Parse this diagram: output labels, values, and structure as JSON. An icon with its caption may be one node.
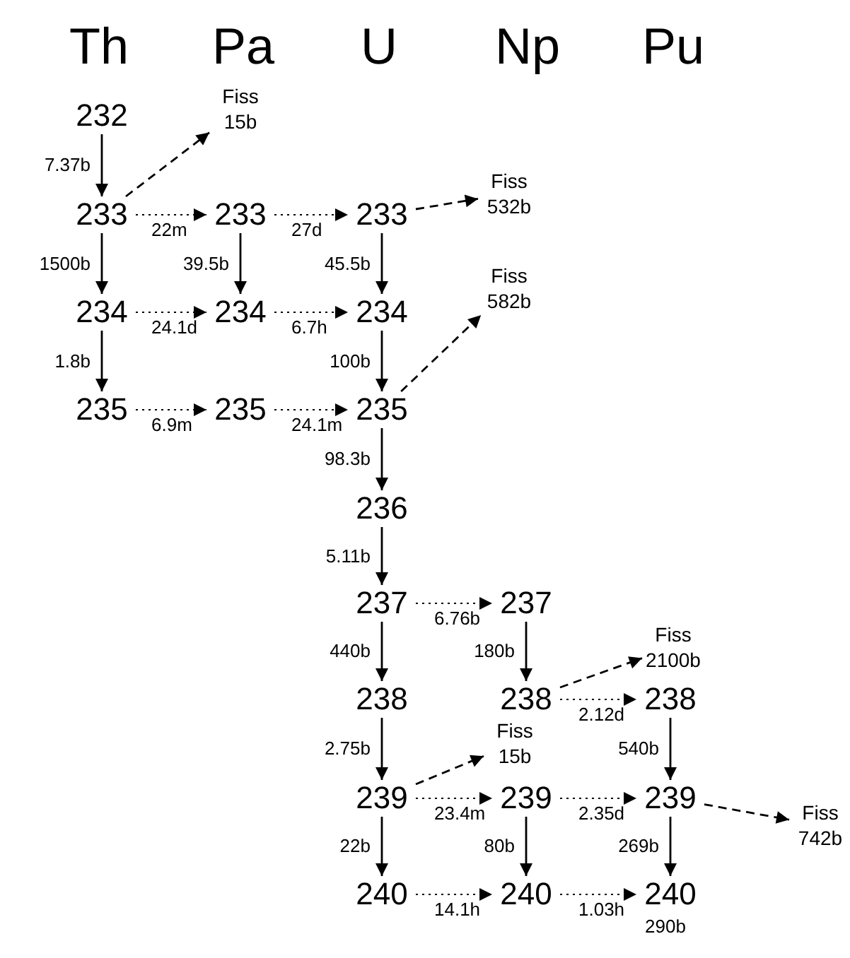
{
  "diagram": {
    "nodes": [
      {
        "text": [
          "232"
        ]
      },
      {
        "text": [
          "Fiss",
          "15b"
        ]
      },
      {
        "text": [
          "Fiss",
          "532b"
        ]
      },
      {
        "text": [
          "233"
        ]
      },
      {
        "text": [
          "233"
        ]
      },
      {
        "text": [
          "233"
        ]
      },
      {
        "text": [
          "234"
        ]
      },
      {
        "text": [
          "234"
        ]
      },
      {
        "text": [
          "234"
        ]
      },
      {
        "text": [
          "Fiss",
          "582b"
        ]
      },
      {
        "text": [
          "235"
        ]
      },
      {
        "text": [
          "235"
        ]
      },
      {
        "text": [
          "235"
        ]
      },
      {
        "text": [
          "236"
        ]
      },
      {
        "text": [
          "237"
        ]
      },
      {
        "text": [
          "237"
        ]
      },
      {
        "text": [
          "Fiss",
          "2100b"
        ]
      },
      {
        "text": [
          "238"
        ]
      },
      {
        "text": [
          "238"
        ]
      },
      {
        "text": [
          "238"
        ]
      },
      {
        "text": [
          "Fiss",
          "15b"
        ]
      },
      {
        "text": [
          "Fiss",
          "742b"
        ]
      },
      {
        "text": [
          "239"
        ]
      },
      {
        "text": [
          "239"
        ]
      },
      {
        "text": [
          "239"
        ]
      },
      {
        "text": [
          "240"
        ]
      },
      {
        "text": [
          "240"
        ]
      },
      {
        "text": [
          "240"
        ],
        "beside": [
          "290b"
        ]
      }
    ],
    "edges": [
      {
        "from": 0,
        "to": 3,
        "arrow": "to",
        "label": "7.37b"
      },
      {
        "from": 3,
        "to": 1,
        "arrow": "to",
        "style": "dashed"
      },
      {
        "from": 3,
        "to": 4,
        "arrow": "to",
        "label": "22m",
        "style": "dashed"
      },
      {
        "from": 4,
        "to": 5,
        "arrow": "to",
        "label": "27d",
        "style": "dashed"
      },
      {
        "from": 5,
        "to": 2,
        "arrow": "to",
        "style": "dashed"
      },
      {
        "from": 3,
        "to": 6,
        "arrow": "to",
        "label": "1500b"
      },
      {
        "from": 4,
        "to": 7,
        "arrow": "to",
        "label": "39.5b"
      },
      {
        "from": 5,
        "to": 8,
        "arrow": "to",
        "label": "45.5b"
      },
      {
        "from": 6,
        "to": 7,
        "arrow": "to",
        "label": "24.1d",
        "style": "dashed"
      },
      {
        "from": 7,
        "to": 8,
        "arrow": "to",
        "label": "6.7h",
        "style": "dashed"
      },
      {
        "from": 6,
        "to": 10,
        "arrow": "to",
        "label": "1.8b"
      },
      {
        "from": 8,
        "to": 12,
        "arrow": "to",
        "label": "100b"
      },
      {
        "from": 12,
        "to": 9,
        "arrow": "to",
        "style": "dashed"
      },
      {
        "from": 10,
        "to": 11,
        "arrow": "to",
        "label": "6.9m",
        "style": "dashed"
      },
      {
        "from": 11,
        "to": 12,
        "arrow": "to",
        "label": "24.1m",
        "style": "dashed"
      },
      {
        "from": 12,
        "to": 13,
        "arrow": "to",
        "label": "98.3b"
      },
      {
        "from": 13,
        "to": 14,
        "arrow": "to",
        "label": "5.11b"
      },
      {
        "from": 14,
        "to": 15,
        "arrow": "to",
        "label": "6.76b",
        "style": "dashed"
      },
      {
        "from": 14,
        "to": 17,
        "arrow": "to",
        "label": "440b"
      },
      {
        "from": 15,
        "to": 18,
        "arrow": "to",
        "label": "180b"
      },
      {
        "from": 18,
        "to": 16,
        "arrow": "to",
        "style": "dashed"
      },
      {
        "from": 17,
        "to": 22,
        "arrow": "to",
        "label": "2.75b"
      },
      {
        "from": 18,
        "to": 19,
        "arrow": "to",
        "label": "2.12d",
        "style": "dashed"
      },
      {
        "from": 19,
        "to": 24,
        "arrow": "to",
        "label": "540b"
      },
      {
        "from": 22,
        "to": 20,
        "arrow": "to",
        "style": "dashed"
      },
      {
        "from": 24,
        "to": 21,
        "arrow": "to",
        "style": "dashed"
      },
      {
        "from": 22,
        "to": 23,
        "arrow": "to",
        "label": "23.4m",
        "style": "dashed"
      },
      {
        "from": 23,
        "to": 24,
        "arrow": "to",
        "label": "2.35d",
        "style": "dashed"
      },
      {
        "from": 22,
        "to": 25,
        "arrow": "to",
        "label": "22b"
      },
      {
        "from": 23,
        "to": 26,
        "arrow": "to",
        "label": "80b"
      },
      {
        "from": 24,
        "to": 27,
        "arrow": "to",
        "label": "269b"
      },
      {
        "from": 25,
        "to": 26,
        "arrow": "to",
        "label": "14.1h",
        "style": "dashed"
      },
      {
        "from": 26,
        "to": 27,
        "arrow": "to",
        "label": "1.03h",
        "style": "dashed"
      }
    ],
    "labels": [
      "Th",
      "Pa",
      "U",
      "Np",
      "Pu"
    ]
  }
}
